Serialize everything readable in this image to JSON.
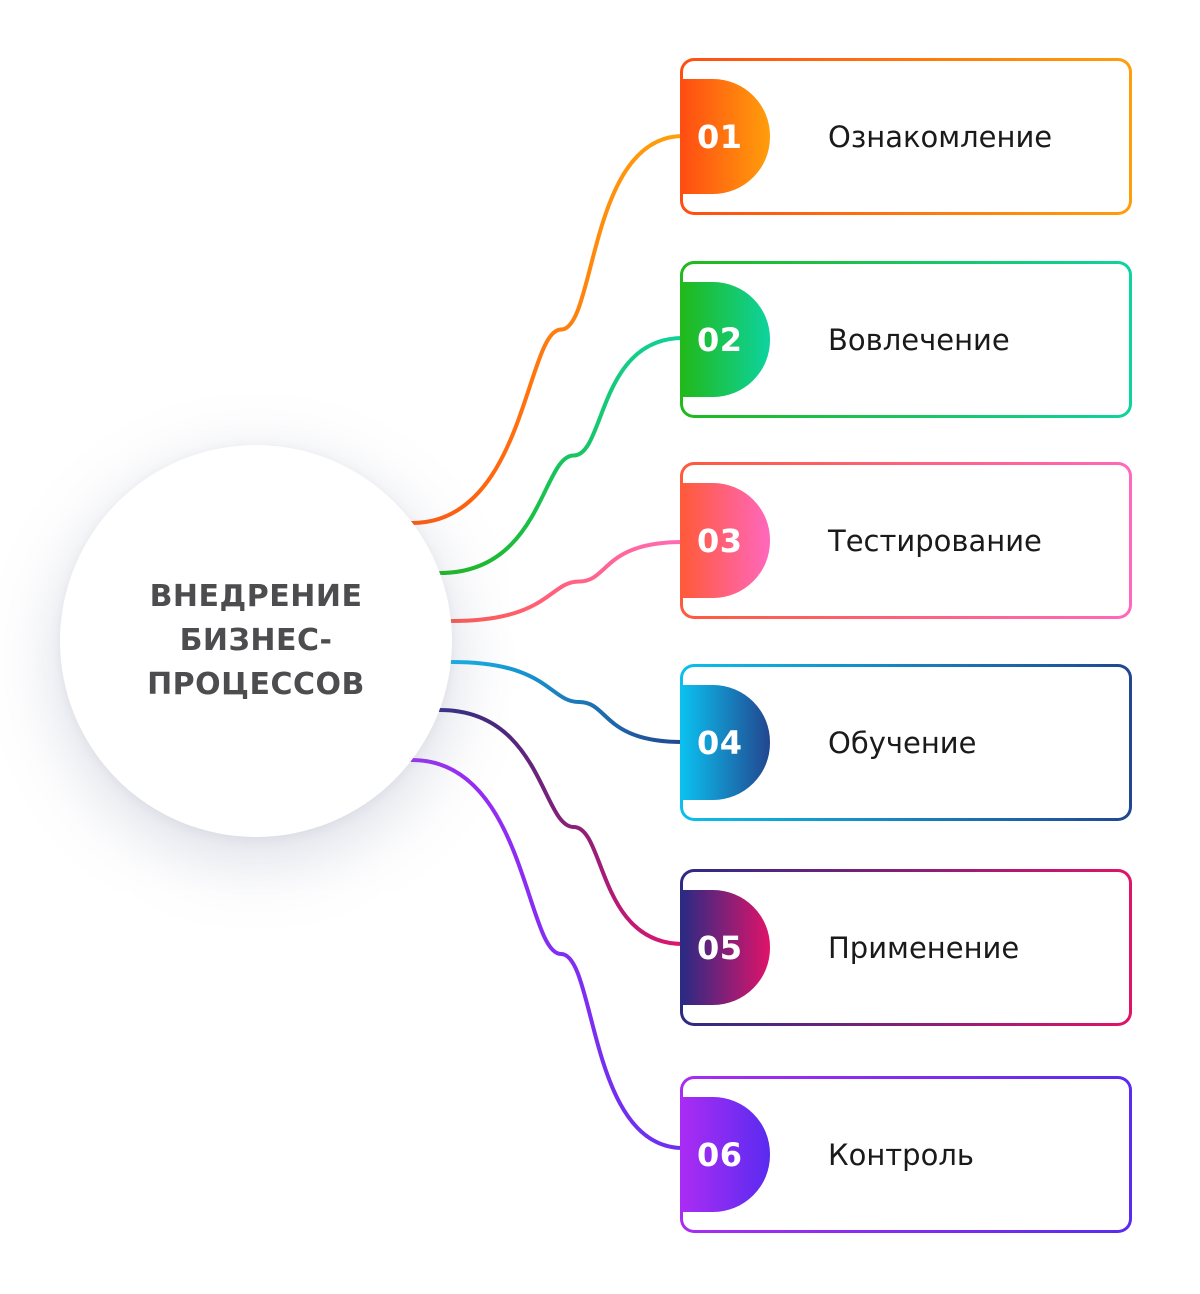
{
  "diagram": {
    "center_title_lines": [
      "ВНЕДРЕНИЕ",
      "БИЗНЕС-",
      "ПРОЦЕССОВ"
    ],
    "steps": [
      {
        "number": "01",
        "label": "Ознакомление",
        "color_start": "#ff4e12",
        "color_end": "#ff9e0b",
        "line_color_start": "#ff5b10",
        "line_color_end": "#ff9e0b"
      },
      {
        "number": "02",
        "label": "Вовлечение",
        "color_start": "#21b91c",
        "color_end": "#0dd39f",
        "line_color_start": "#1fb823",
        "line_color_end": "#11d19a"
      },
      {
        "number": "03",
        "label": "Тестирование",
        "color_start": "#ff5a3c",
        "color_end": "#ff68bd",
        "line_color_start": "#ff5a4f",
        "line_color_end": "#ff6bb7"
      },
      {
        "number": "04",
        "label": "Обучение",
        "color_start": "#0bbfee",
        "color_end": "#22468f",
        "line_color_start": "#12b3ea",
        "line_color_end": "#22468f"
      },
      {
        "number": "05",
        "label": "Применение",
        "color_start": "#2d2a83",
        "color_end": "#e0136a",
        "line_color_start": "#2f2a80",
        "line_color_end": "#dc1670"
      },
      {
        "number": "06",
        "label": "Контроль",
        "color_start": "#a92cf3",
        "color_end": "#5a2bf0",
        "line_color_start": "#9b2cf5",
        "line_color_end": "#6a30f0"
      }
    ]
  }
}
